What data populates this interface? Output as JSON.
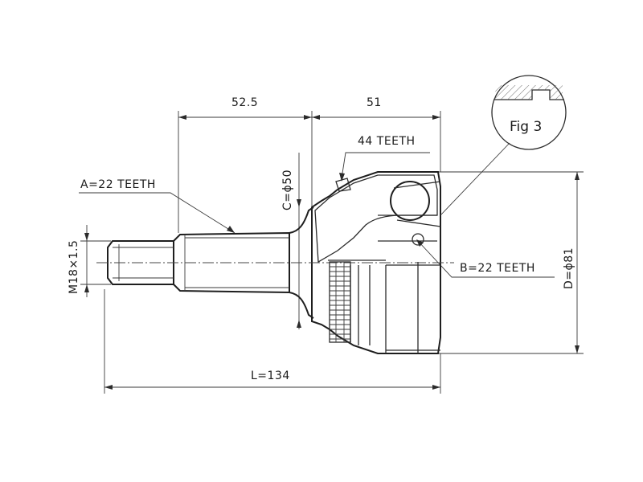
{
  "labels": {
    "dim_52_5": "52.5",
    "dim_51": "51",
    "teeth_44": "44 TEETH",
    "teeth_a": "A=22 TEETH",
    "dia_c": "C=ϕ50",
    "thread": "M18×1.5",
    "teeth_b": "B=22 TEETH",
    "dia_d": "D=ϕ81",
    "length_l": "L=134",
    "fig": "Fig 3"
  }
}
